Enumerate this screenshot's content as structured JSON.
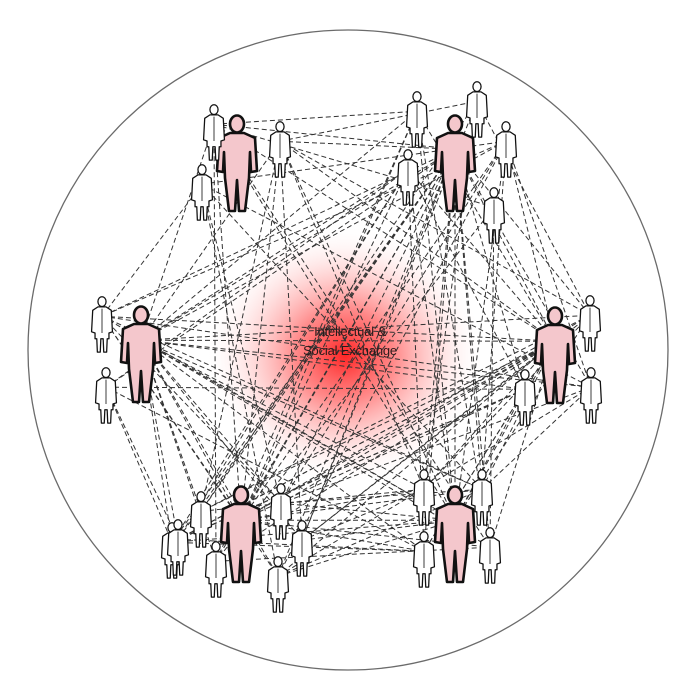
{
  "diagram": {
    "center_label_line1": "Intellectual &",
    "center_label_line2": "Social Exchange",
    "colors": {
      "background": "#ffffff",
      "circle_stroke": "#6b6b6b",
      "link_stroke": "#333333",
      "glow": "#ff2a2a",
      "lead_fill": "#f4c7cc",
      "member_fill": "#ffffff",
      "figure_stroke": "#111111"
    },
    "groups": [
      {
        "name": "top-left-group",
        "size": 4
      },
      {
        "name": "top-right-group",
        "size": 6
      },
      {
        "name": "left-group",
        "size": 3
      },
      {
        "name": "right-group",
        "size": 4
      },
      {
        "name": "bottom-left-group",
        "size": 8
      },
      {
        "name": "bottom-right-group",
        "size": 5
      }
    ]
  }
}
